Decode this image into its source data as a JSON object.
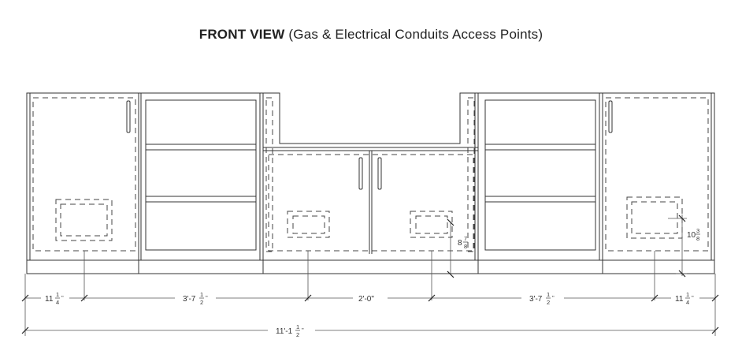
{
  "title": {
    "bold": "FRONT VIEW",
    "rest": "(Gas & Electrical Conduits Access Points)"
  },
  "dimensions": {
    "d1": {
      "whole": "11",
      "num": "1",
      "den": "4",
      "unit": "\""
    },
    "d2": {
      "whole": "3'-7",
      "num": "1",
      "den": "2",
      "unit": "\""
    },
    "d3": {
      "text": "2'-0\""
    },
    "d4": {
      "whole": "3'-7",
      "num": "1",
      "den": "2",
      "unit": "\""
    },
    "d5": {
      "whole": "11",
      "num": "1",
      "den": "4",
      "unit": "\""
    },
    "total": {
      "whole": "11'-1",
      "num": "1",
      "den": "2",
      "unit": "\""
    },
    "vert1": {
      "whole": "8",
      "num": "7",
      "den": "8"
    },
    "vert2": {
      "whole": "10",
      "num": "3",
      "den": "8"
    }
  }
}
